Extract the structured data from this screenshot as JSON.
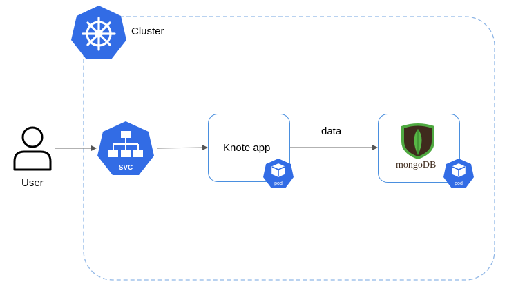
{
  "cluster": {
    "label": "Cluster",
    "icon": "kubernetes-helm-icon"
  },
  "user": {
    "label": "User",
    "icon": "user-icon"
  },
  "service": {
    "label": "SVC",
    "icon": "service-icon"
  },
  "app": {
    "label": "Knote app",
    "pod_label": "pod",
    "icon": "pod-icon"
  },
  "db": {
    "logo_text_mongo": "mongo",
    "logo_text_db": "DB",
    "pod_label": "pod",
    "icon": "mongodb-leaf-icon"
  },
  "edges": {
    "data_label": "data"
  },
  "colors": {
    "k8s_blue": "#326ce5",
    "border_blue": "#4a8fdf",
    "cluster_dash": "#8fb6e6",
    "mongo_green": "#4faa41",
    "mongo_brown": "#3f2b1d"
  }
}
